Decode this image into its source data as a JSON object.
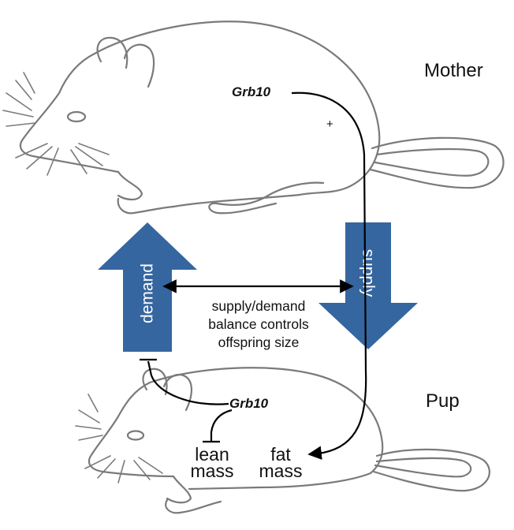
{
  "colors": {
    "arrow_fill": "#3566a0",
    "outline": "#7a7a7a",
    "line": "#000000"
  },
  "labels": {
    "mother": "Mother",
    "pup": "Pup",
    "grb10_mother": "Grb10",
    "grb10_pup": "Grb10",
    "plus": "+",
    "demand": "demand",
    "supply": "supply",
    "balance_line1": "supply/demand",
    "balance_line2": "balance controls",
    "balance_line3": "offspring size",
    "lean_line1": "lean",
    "lean_line2": "mass",
    "fat_line1": "fat",
    "fat_line2": "mass"
  },
  "icons": {
    "mother": "mouse-outline-icon",
    "pup": "mouse-outline-icon"
  }
}
